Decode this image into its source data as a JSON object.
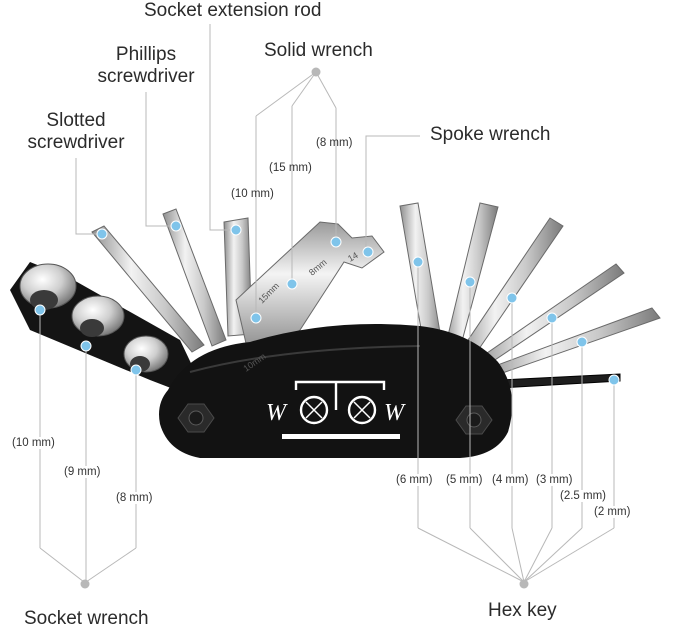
{
  "labels": {
    "socket_extension_rod": "Socket extension rod",
    "phillips_line1": "Phillips",
    "phillips_line2": "screwdriver",
    "solid_wrench": "Solid wrench",
    "slotted_line1": "Slotted",
    "slotted_line2": "screwdriver",
    "spoke_wrench": "Spoke wrench",
    "socket_wrench": "Socket wrench",
    "hex_key": "Hex key"
  },
  "solid_wrench_sizes": [
    "(10 mm)",
    "(15 mm)",
    "(8 mm)"
  ],
  "socket_sizes": [
    "(10 mm)",
    "(9 mm)",
    "(8 mm)"
  ],
  "hex_sizes": [
    "(6 mm)",
    "(5 mm)",
    "(4 mm)",
    "(3 mm)",
    "(2.5 mm)",
    "(2 mm)"
  ],
  "tool_marks": {
    "wrench_sizes": [
      "10mm",
      "15mm",
      "8mm",
      "14"
    ],
    "brand_words": [
      "W",
      "W"
    ]
  },
  "colors": {
    "marker": "#7fc4ea",
    "leader": "#b8b8b8",
    "body": "#121212",
    "steel": "#d9d9d9"
  }
}
